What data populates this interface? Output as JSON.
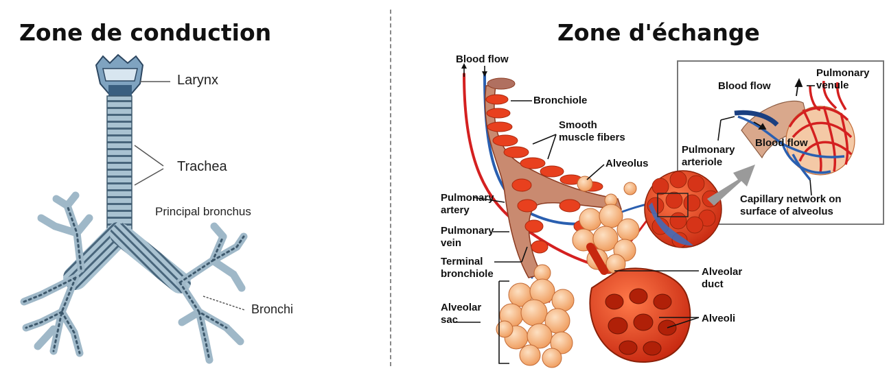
{
  "titles": {
    "left": "Zone de conduction",
    "right": "Zone d'échange"
  },
  "conduction_labels": {
    "larynx": "Larynx",
    "trachea": "Trachea",
    "principal_bronchus": "Principal bronchus",
    "bronchi": "Bronchi"
  },
  "exchange_labels": {
    "blood_flow": "Blood flow",
    "bronchiole": "Bronchiole",
    "smooth_muscle": [
      "Smooth",
      "muscle fibers"
    ],
    "alveolus": "Alveolus",
    "pulmonary_artery": [
      "Pulmonary",
      "artery"
    ],
    "pulmonary_vein": [
      "Pulmonary",
      "vein"
    ],
    "terminal_bronchiole": [
      "Terminal",
      "bronchiole"
    ],
    "alveolar_sac": [
      "Alveolar",
      "sac"
    ],
    "alveolar_duct": [
      "Alveolar",
      "duct"
    ],
    "alveoli": "Alveoli"
  },
  "inset_labels": {
    "blood_flow_top": "Blood flow",
    "pulmonary_venule": [
      "Pulmonary",
      "venule"
    ],
    "pulmonary_arteriole": [
      "Pulmonary",
      "arteriole"
    ],
    "blood_flow_inner": "Blood flow",
    "capillary_network": [
      "Capillary network on",
      "surface of alveolus"
    ]
  },
  "colors": {
    "airway": "#9fb8c8",
    "airway_ring": "#4d6a80",
    "tissue": "#e8401e",
    "alveoli": "#f6b07a",
    "artery": "#d42020",
    "vein": "#2a5fb0"
  }
}
